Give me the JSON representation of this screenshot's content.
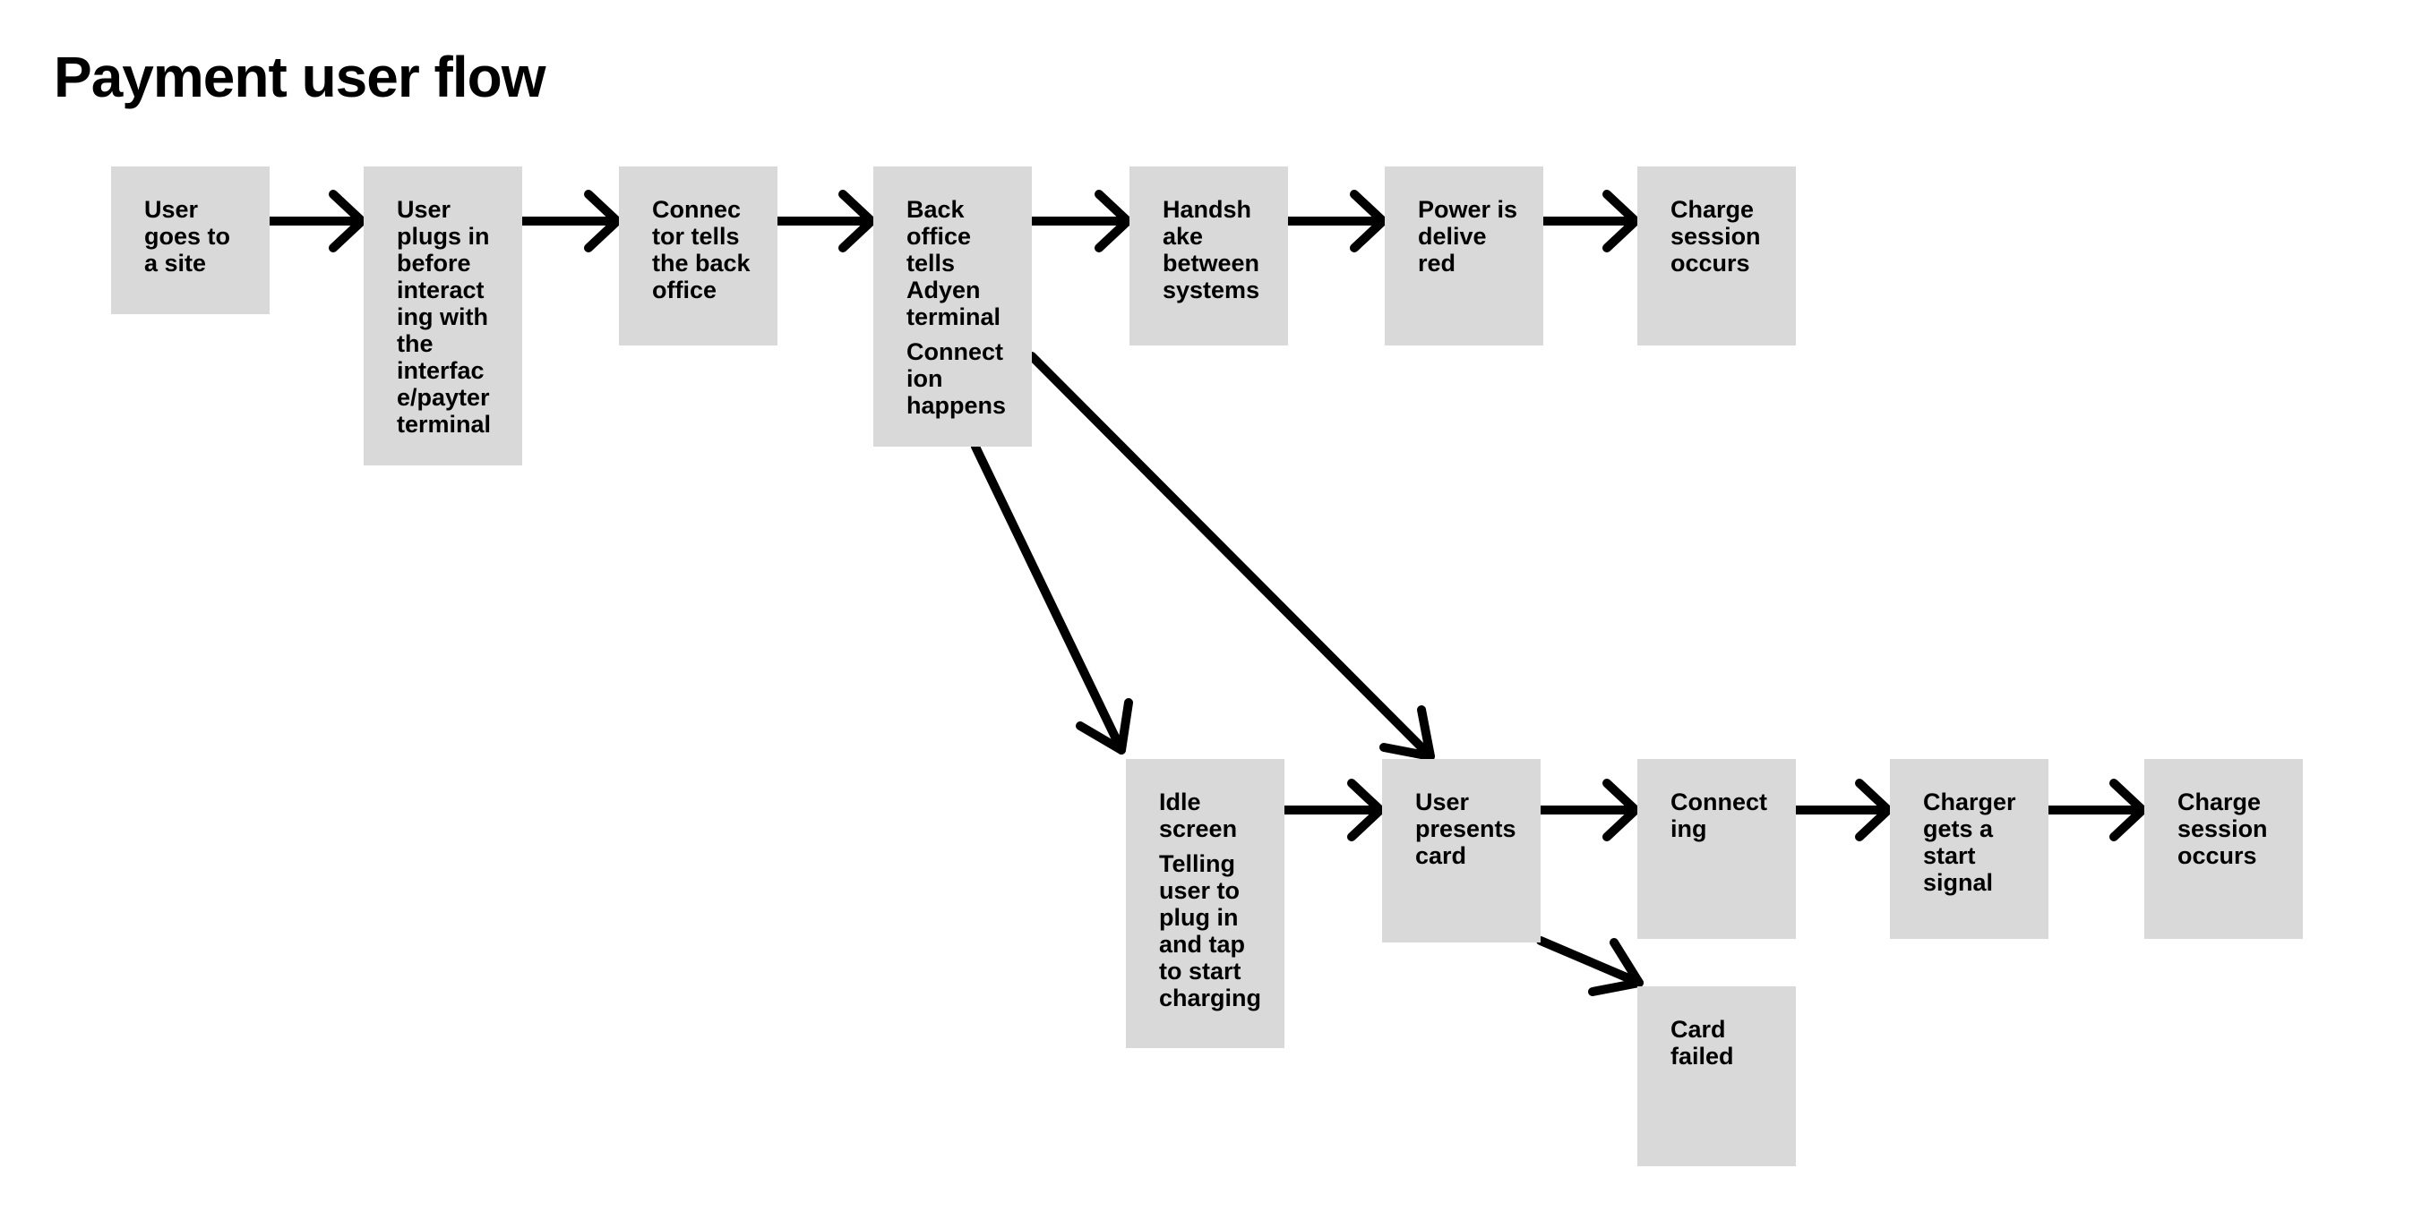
{
  "title": "Payment user flow",
  "style": {
    "background": "#ffffff",
    "node_fill": "#d9d9d9",
    "text_color": "#000000",
    "arrow_color": "#000000"
  },
  "nodes": [
    {
      "id": "user-goes-to-site",
      "paragraphs": [
        "User\ngoes to\na site"
      ]
    },
    {
      "id": "user-plugs-in",
      "paragraphs": [
        "User\nplugs in\nbefore\ninteract\ning with\nthe\ninterfac\ne/payter\nterminal"
      ]
    },
    {
      "id": "connector-tells-back-office",
      "paragraphs": [
        "Connec\ntor tells\nthe back\noffice"
      ]
    },
    {
      "id": "back-office-tells-adyen",
      "paragraphs": [
        "Back\noffice\ntells\nAdyen\nterminal",
        "Connect\nion\nhappens"
      ]
    },
    {
      "id": "handshake-between-systems",
      "paragraphs": [
        "Handsh\nake\nbetween\nsystems"
      ]
    },
    {
      "id": "power-is-delivered",
      "paragraphs": [
        "Power is\ndelive\nred"
      ]
    },
    {
      "id": "charge-session-occurs-top",
      "paragraphs": [
        "Charge\nsession\noccurs"
      ]
    },
    {
      "id": "idle-screen",
      "paragraphs": [
        "Idle\nscreen",
        "Telling\nuser to\nplug in\nand tap\nto start\ncharging"
      ]
    },
    {
      "id": "user-presents-card",
      "paragraphs": [
        "User\npresents\ncard"
      ]
    },
    {
      "id": "connecting",
      "paragraphs": [
        "Connect\ning"
      ]
    },
    {
      "id": "charger-gets-start-signal",
      "paragraphs": [
        "Charger\ngets a\nstart\nsignal"
      ]
    },
    {
      "id": "charge-session-occurs-bottom",
      "paragraphs": [
        "Charge\nsession\noccurs"
      ]
    },
    {
      "id": "card-failed",
      "paragraphs": [
        "Card\nfailed"
      ]
    }
  ],
  "connections": [
    {
      "from": "user-goes-to-site",
      "to": "user-plugs-in"
    },
    {
      "from": "user-plugs-in",
      "to": "connector-tells-back-office"
    },
    {
      "from": "connector-tells-back-office",
      "to": "back-office-tells-adyen"
    },
    {
      "from": "back-office-tells-adyen",
      "to": "handshake-between-systems"
    },
    {
      "from": "handshake-between-systems",
      "to": "power-is-delivered"
    },
    {
      "from": "power-is-delivered",
      "to": "charge-session-occurs-top"
    },
    {
      "from": "back-office-tells-adyen",
      "to": "idle-screen"
    },
    {
      "from": "back-office-tells-adyen",
      "to": "user-presents-card"
    },
    {
      "from": "idle-screen",
      "to": "user-presents-card"
    },
    {
      "from": "user-presents-card",
      "to": "connecting"
    },
    {
      "from": "connecting",
      "to": "charger-gets-start-signal"
    },
    {
      "from": "charger-gets-start-signal",
      "to": "charge-session-occurs-bottom"
    },
    {
      "from": "user-presents-card",
      "to": "card-failed"
    }
  ]
}
